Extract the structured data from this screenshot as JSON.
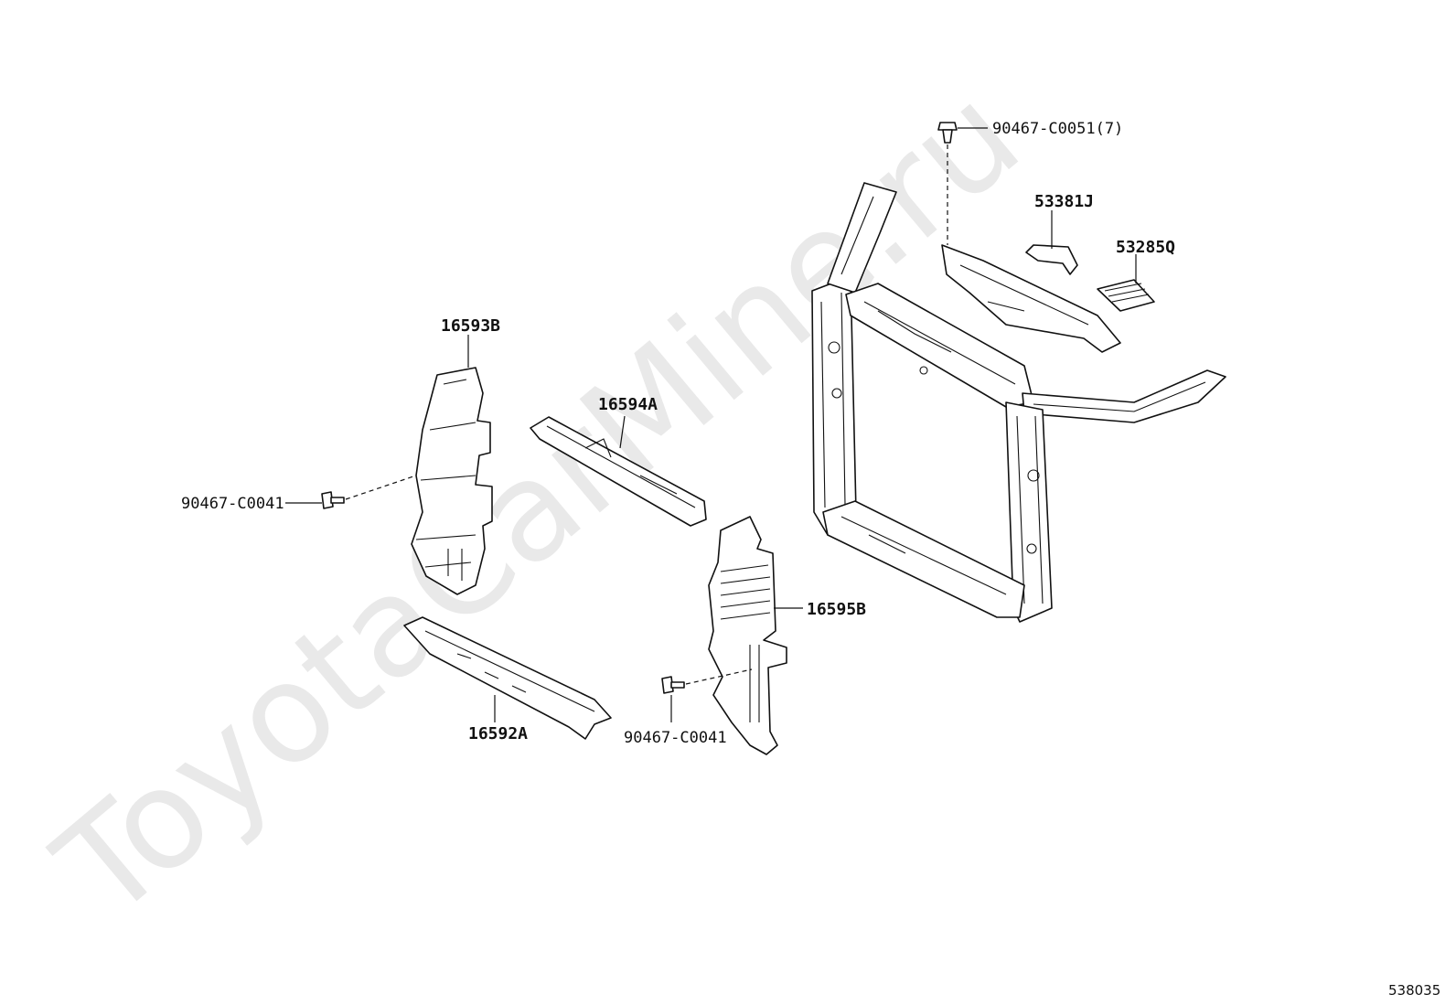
{
  "watermark": "ToyotaCarMine.ru",
  "reference_number": "538035",
  "callouts": {
    "clip_top": "90467-C0051(7)",
    "part_53381j": "53381J",
    "part_53285q": "53285Q",
    "part_16593b": "16593B",
    "part_16594a": "16594A",
    "clip_left": "90467-C0041",
    "part_16595b": "16595B",
    "part_16592a": "16592A",
    "clip_bottom": "90467-C0041"
  }
}
